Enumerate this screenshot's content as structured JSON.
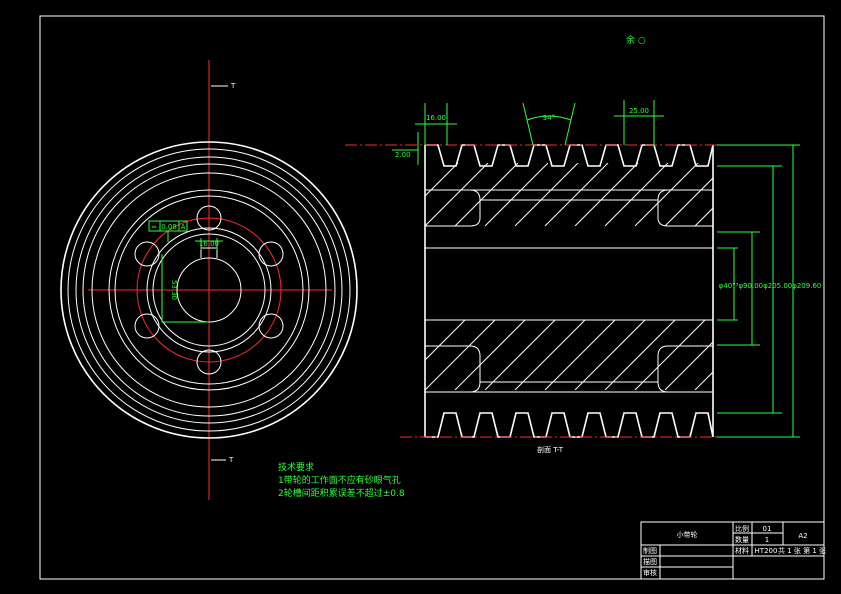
{
  "colors": {
    "background": "#000000",
    "outline": "#ffffff",
    "centerline": "#ff2a2a",
    "dimension": "#2bff3a"
  },
  "roughness_note": "余 ○",
  "front_view": {
    "section_mark_top": "T",
    "section_mark_bottom": "T",
    "tolerance_symbol": "═",
    "tolerance_value": "0.08",
    "tolerance_datum": "A",
    "keyway_width": "16.00",
    "bore_dim": "53.30"
  },
  "section_view": {
    "label": "剖面 T-T",
    "dim_pitch": "16.00",
    "dim_groove_angle": "34°",
    "dim_top_width": "25.00",
    "dim_offset": "2.00",
    "dim_diameters": "φ40°³φ90.00φ205.00φ209.60"
  },
  "notes": {
    "title": "技术要求",
    "items": [
      "1带轮的工作面不应有砂眼气孔",
      "2轮槽间距积累误差不超过±0.8"
    ]
  },
  "title_block": {
    "part_name": "小带轮",
    "scale_label": "比例",
    "scale_value": "01",
    "qty_label": "数量",
    "qty_value": "1",
    "material_label": "材料",
    "material_value": "HT200",
    "sheet_info": "共 1 张  第 1 张",
    "format": "A2",
    "design_label": "制图",
    "check_label": "描图",
    "review_label": "审核"
  }
}
